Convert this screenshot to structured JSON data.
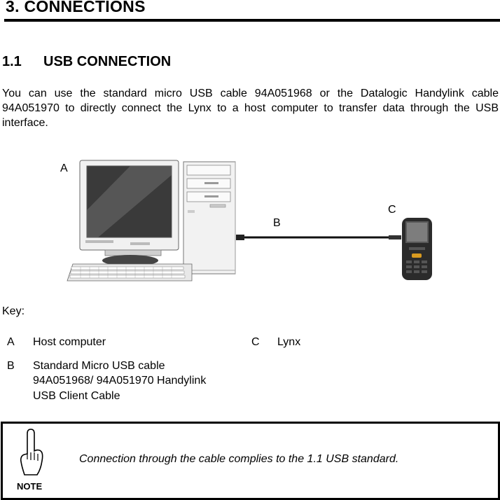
{
  "chapter": {
    "title": "3. CONNECTIONS"
  },
  "section": {
    "number": "1.1",
    "title": "USB CONNECTION"
  },
  "paragraph": "You can use the standard micro USB cable 94A051968 or the Datalogic Handylink cable 94A051970 to directly connect the Lynx to a host computer to transfer data through the USB interface.",
  "figure": {
    "label_a": "A",
    "label_b": "B",
    "label_c": "C"
  },
  "key": {
    "heading": "Key:",
    "items": [
      {
        "letter": "A",
        "lines": [
          "Host computer"
        ]
      },
      {
        "letter": "B",
        "lines": [
          "Standard Micro USB cable",
          "94A051968/ 94A051970 Handylink",
          "USB Client Cable"
        ]
      },
      {
        "letter": "C",
        "lines": [
          "Lynx"
        ]
      }
    ]
  },
  "note": {
    "caption": "NOTE",
    "text": "Connection through the cable complies to the 1.1 USB standard."
  }
}
